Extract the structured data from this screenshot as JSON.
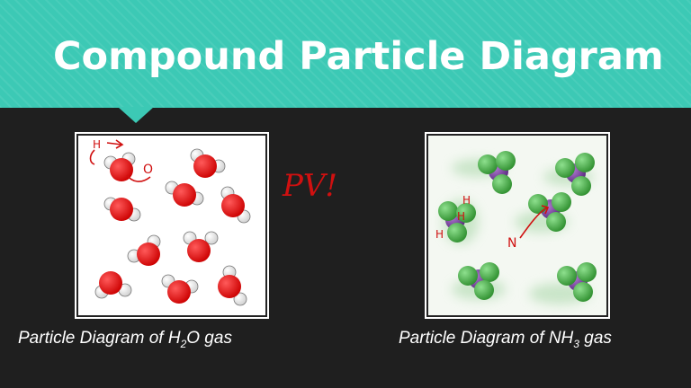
{
  "slide": {
    "title": "Compound Particle Diagram",
    "accent_color": "#3cc9b5",
    "background_color": "#1f1f1f"
  },
  "left_panel": {
    "caption_pre": "Particle Diagram of H",
    "caption_sub": "2",
    "caption_post": "O gas",
    "annotations": [
      "H",
      "O"
    ],
    "colors": {
      "oxygen": "#e00000",
      "hydrogen": "#ffffff",
      "ink": "#d01010"
    }
  },
  "right_panel": {
    "caption_pre": "Particle Diagram of NH",
    "caption_sub": "3",
    "caption_post": " gas",
    "annotations": [
      "H",
      "H",
      "H",
      "N"
    ],
    "colors": {
      "nitrogen": "#7a3fa0",
      "hydrogen": "#45b045",
      "ink": "#d01010"
    }
  },
  "handwriting": {
    "text": "PV!",
    "color": "#d01010"
  }
}
